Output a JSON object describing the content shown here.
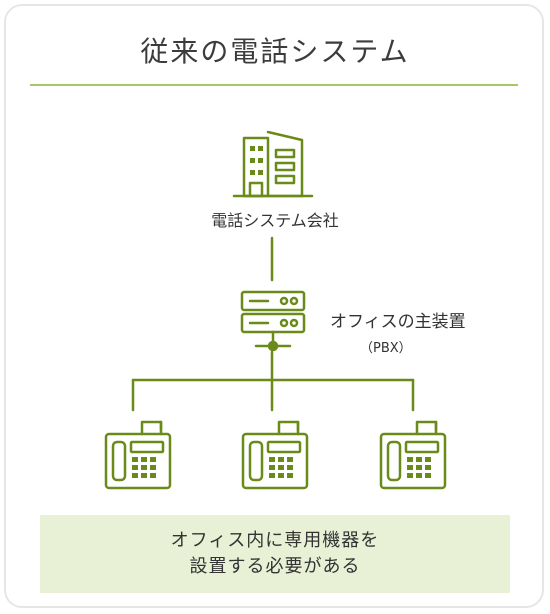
{
  "title": "従来の電話システム",
  "company_label": "電話システム会社",
  "pbx_label": "オフィスの主装置",
  "pbx_sub": "（PBX）",
  "note": {
    "line1": "オフィス内に専用機器を",
    "line2": "設置する必要がある"
  },
  "colors": {
    "accent": "#6a8a1a",
    "rule": "#a7c963",
    "note_bg": "#e8f0d6"
  },
  "icons": [
    "building-icon",
    "server-icon",
    "office-phone-icon"
  ]
}
